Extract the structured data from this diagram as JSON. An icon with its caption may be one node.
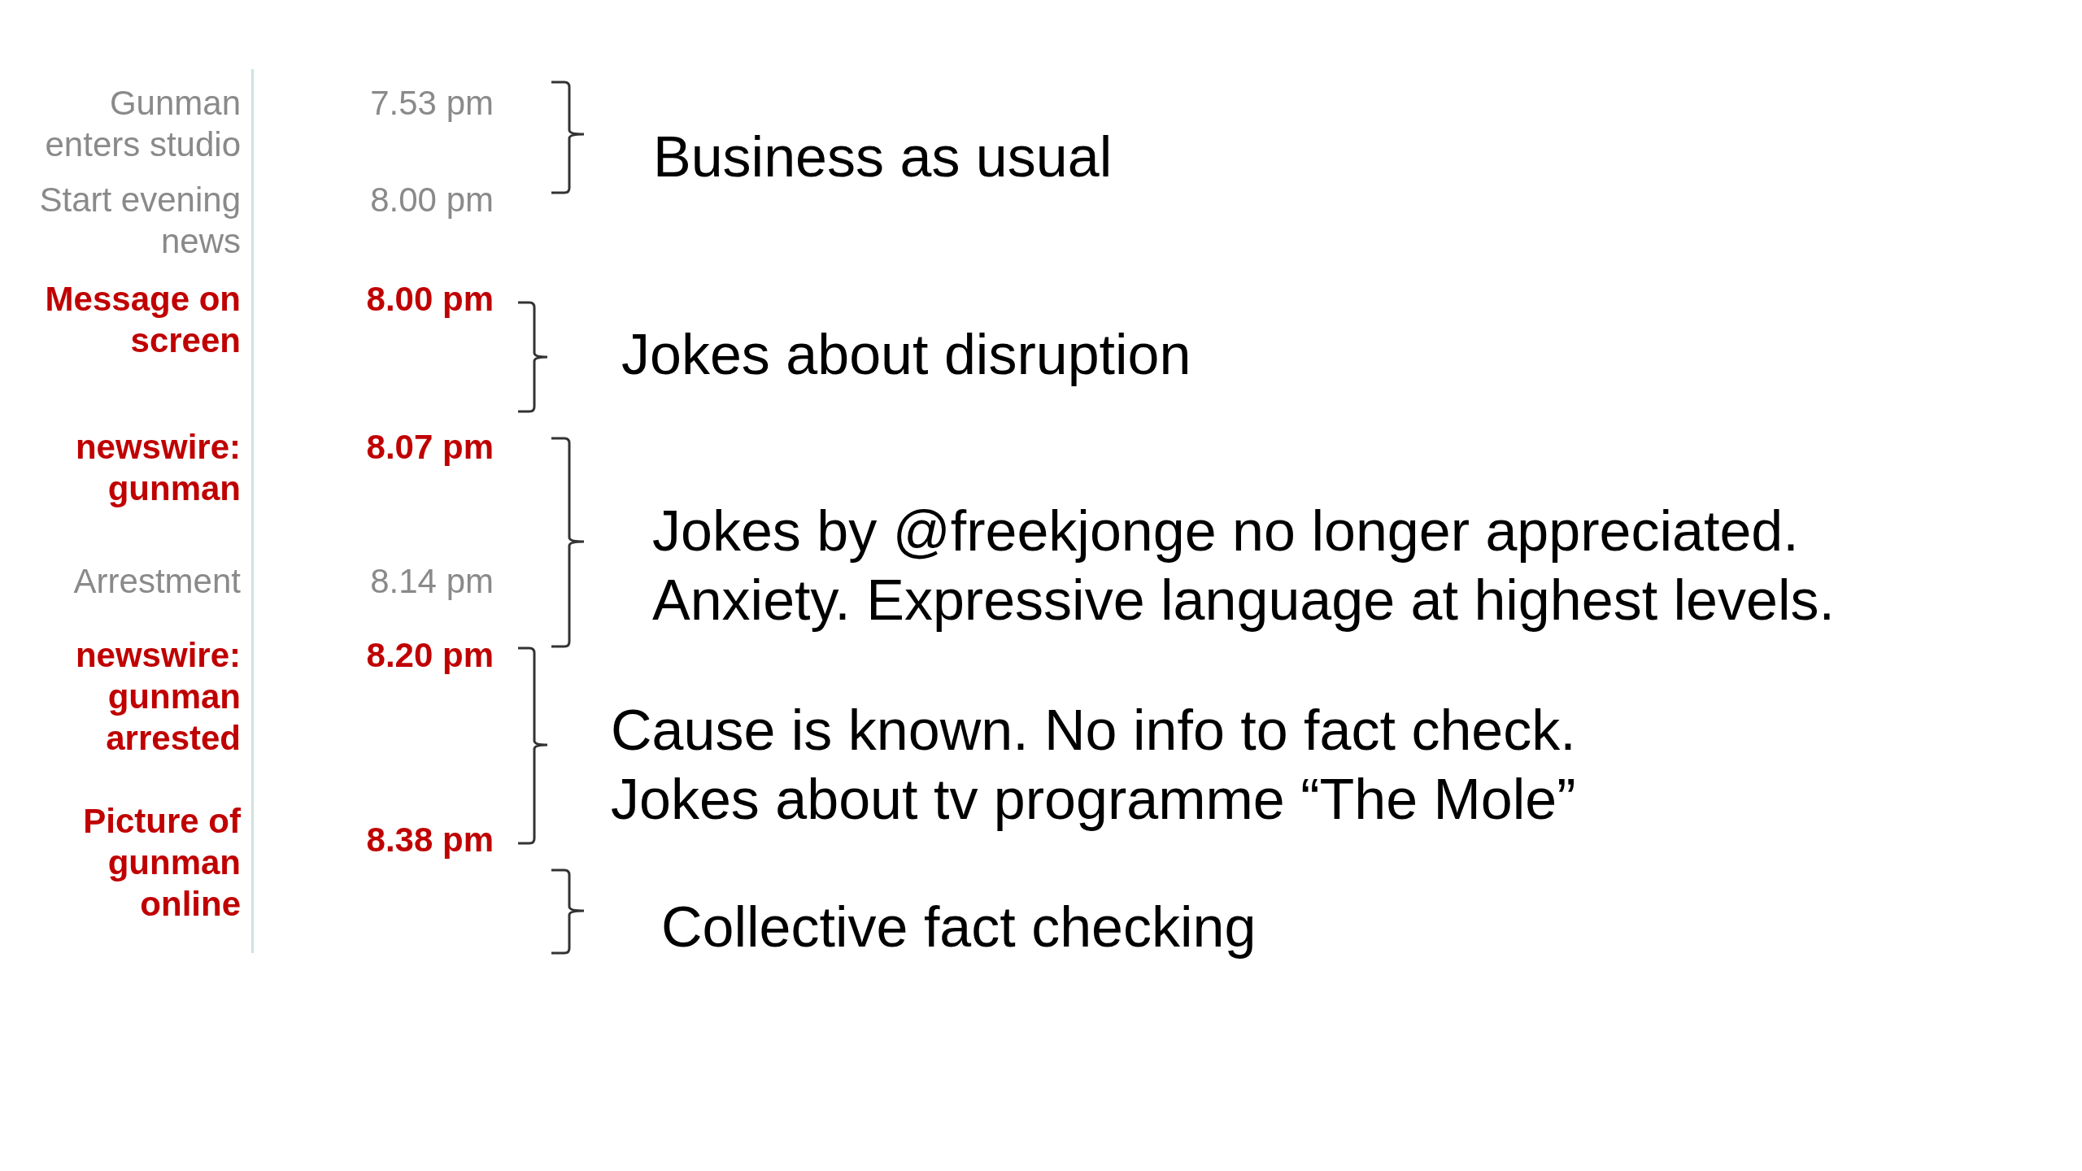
{
  "diagram": {
    "labels": [
      "Gunman enters studio",
      "7.53 pm",
      "Business as usual",
      "Start evening news",
      "8.00 pm",
      "Message on screen",
      "8.00 pm",
      "Jokes about disruption",
      "newswire: gunman",
      "8.07 pm",
      "Jokes by @freekjonge no longer appreciated. Anxiety. Expressive language at highest levels.",
      "Arrestment",
      "8.14 pm",
      "newswire: gunman arrested",
      "8.20 pm",
      "Cause is known. No info to fact check. Jokes about tv programme “The Mole”",
      "Picture of gunman online",
      "8.38 pm",
      "Collective fact checking"
    ]
  }
}
